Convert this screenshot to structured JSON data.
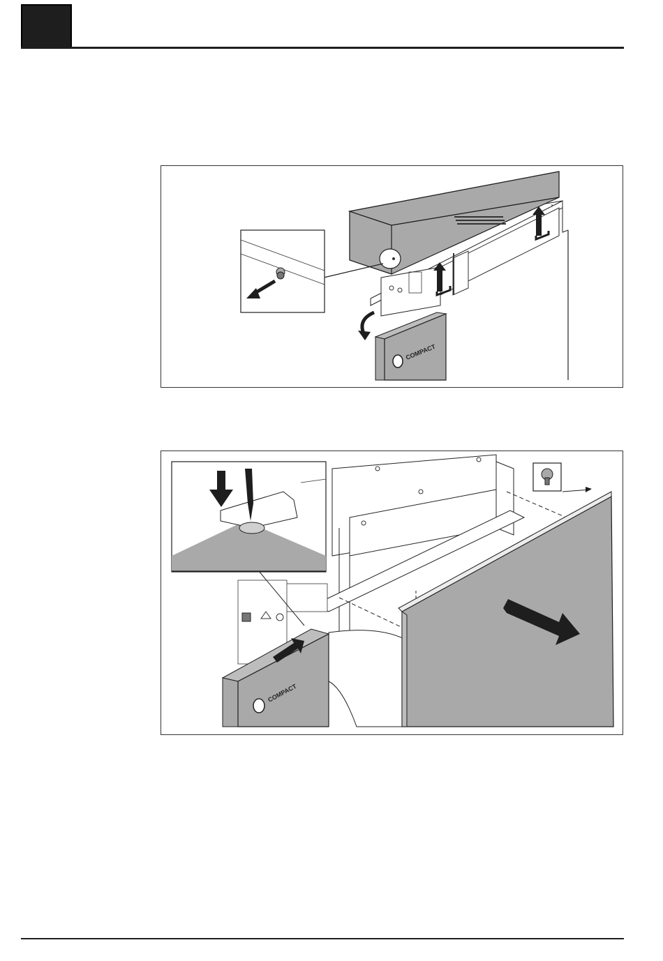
{
  "page": {
    "figures": [
      {
        "description_icon": "remove-top-cover-diagram",
        "logo_text": "COMPACT"
      },
      {
        "description_icon": "remove-side-panel-diagram",
        "logo_text": "COMPACT"
      }
    ]
  },
  "colors": {
    "panel_gray": "#a9a9a9",
    "dark_gray": "#7a7a7a",
    "ink": "#1e1e1e",
    "line": "#333333"
  }
}
